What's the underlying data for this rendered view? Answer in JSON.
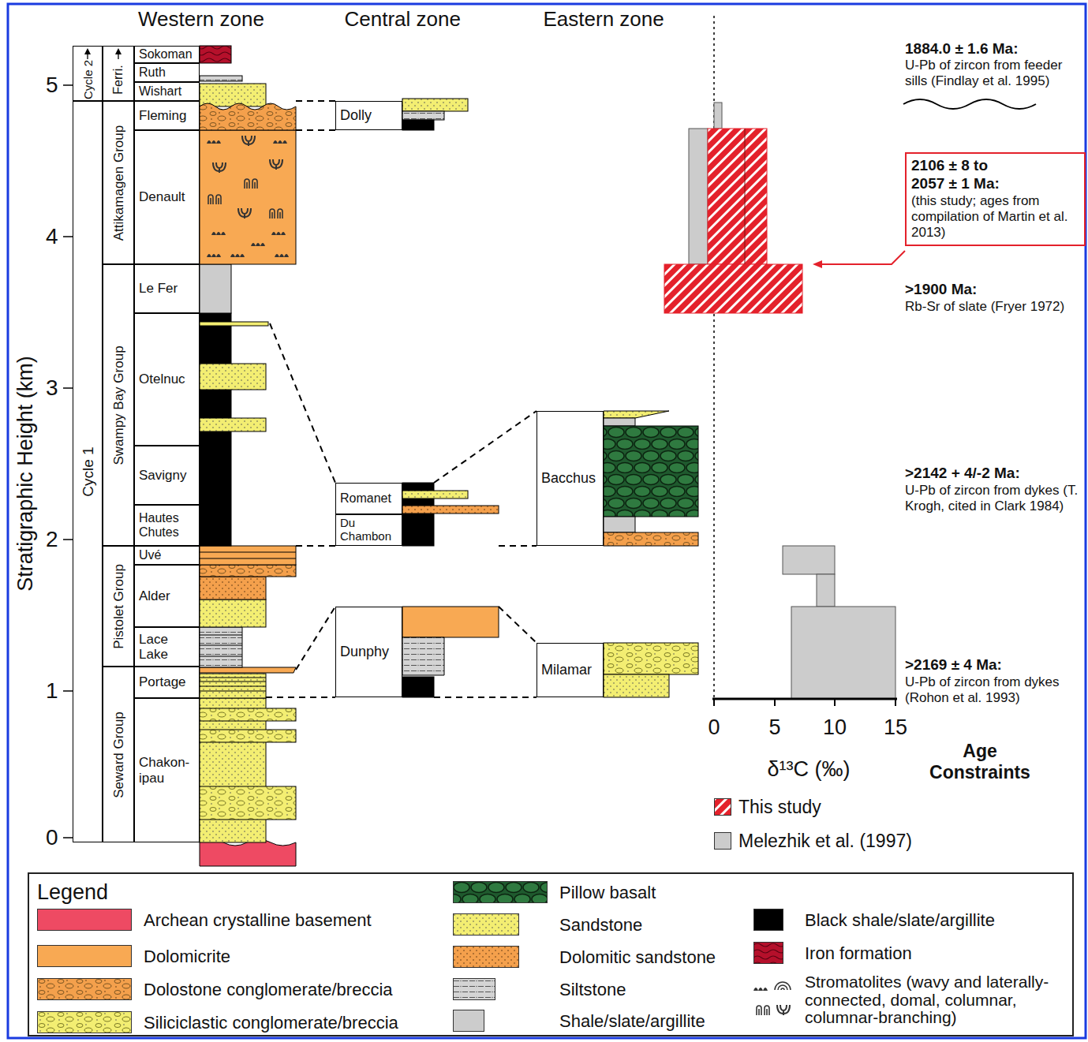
{
  "diagram": {
    "nodes": [
      {
        "text": [
          "Cycle 2"
        ]
      },
      {
        "text": [
          "Cycle 1"
        ]
      },
      {
        "text": [
          "Ferri."
        ]
      },
      {
        "text": [
          "Attikamagen Group"
        ]
      },
      {
        "text": [
          "Swampy Bay Group"
        ]
      },
      {
        "text": [
          "Pistolet Group"
        ]
      },
      {
        "text": [
          "Seward Group"
        ]
      },
      {
        "text": [
          "Sokoman"
        ]
      },
      {
        "text": [
          "Ruth"
        ]
      },
      {
        "text": [
          "Wishart"
        ]
      },
      {
        "text": [
          "Fleming"
        ]
      },
      {
        "text": [
          "Denault"
        ]
      },
      {
        "text": [
          "Le Fer"
        ]
      },
      {
        "text": [
          "Otelnuc"
        ]
      },
      {
        "text": [
          "Savigny"
        ]
      },
      {
        "text": [
          "Hautes Chutes"
        ]
      },
      {
        "text": [
          "Uvé"
        ]
      },
      {
        "text": [
          "Alder"
        ]
      },
      {
        "text": [
          "Lace Lake"
        ]
      },
      {
        "text": [
          "Portage"
        ]
      },
      {
        "text": [
          "Chakon- ipau"
        ]
      },
      {
        "text": [
          "Dolly"
        ]
      },
      {
        "text": [
          "Romanet"
        ]
      },
      {
        "text": [
          "Du Chambon"
        ]
      },
      {
        "text": [
          "Dunphy"
        ]
      },
      {
        "text": [
          "Bacchus"
        ]
      },
      {
        "text": [
          "Milamar"
        ]
      },
      {
        "text": [
          "2106 ± 8 to 2057 ± 1 Ma:",
          "(this study; ages from compilation of Martin et al. 2013)"
        ]
      }
    ],
    "labels": [
      "Western zone",
      "Central zone",
      "Eastern zone",
      "Stratigraphic Height (km)",
      "5",
      "4",
      "3",
      "2",
      "1",
      "0",
      "0",
      "5",
      "10",
      "15",
      "δ¹³C (‰)",
      "Age Constraints",
      "1884.0 ± 1.6 Ma:",
      "U-Pb of zircon from feeder sills (Findlay et al. 1995)",
      ">1900 Ma:",
      "Rb-Sr of slate (Fryer 1972)",
      ">2142 + 4/-2 Ma:",
      "U-Pb of zircon from dykes (T. Krogh, cited in Clark 1984)",
      ">2169 ± 4 Ma:",
      "U-Pb of zircon from dykes (Rohon et al. 1993)",
      "Legend"
    ],
    "legend": [
      {
        "text": "This study"
      },
      {
        "text": "Melezhik et al. (1997)",
        "color": "#cccccc"
      },
      {
        "text": "Archean crystalline basement",
        "color": "#ee4a63"
      },
      {
        "text": "Dolomicrite",
        "color": "#f8a953"
      },
      {
        "text": "Dolostone conglomerate/breccia"
      },
      {
        "text": "Siliciclastic conglomerate/breccia"
      },
      {
        "text": "Pillow basalt"
      },
      {
        "text": "Sandstone"
      },
      {
        "text": "Dolomitic sandstone"
      },
      {
        "text": "Siltstone"
      },
      {
        "text": "Shale/slate/argillite",
        "color": "#cccccc"
      },
      {
        "text": "Black shale/slate/argillite",
        "color": "#000000"
      },
      {
        "text": "Iron formation"
      },
      {
        "text": "Stromatolites (wavy and laterally-connected, domal, columnar, columnar-branching)"
      }
    ]
  }
}
